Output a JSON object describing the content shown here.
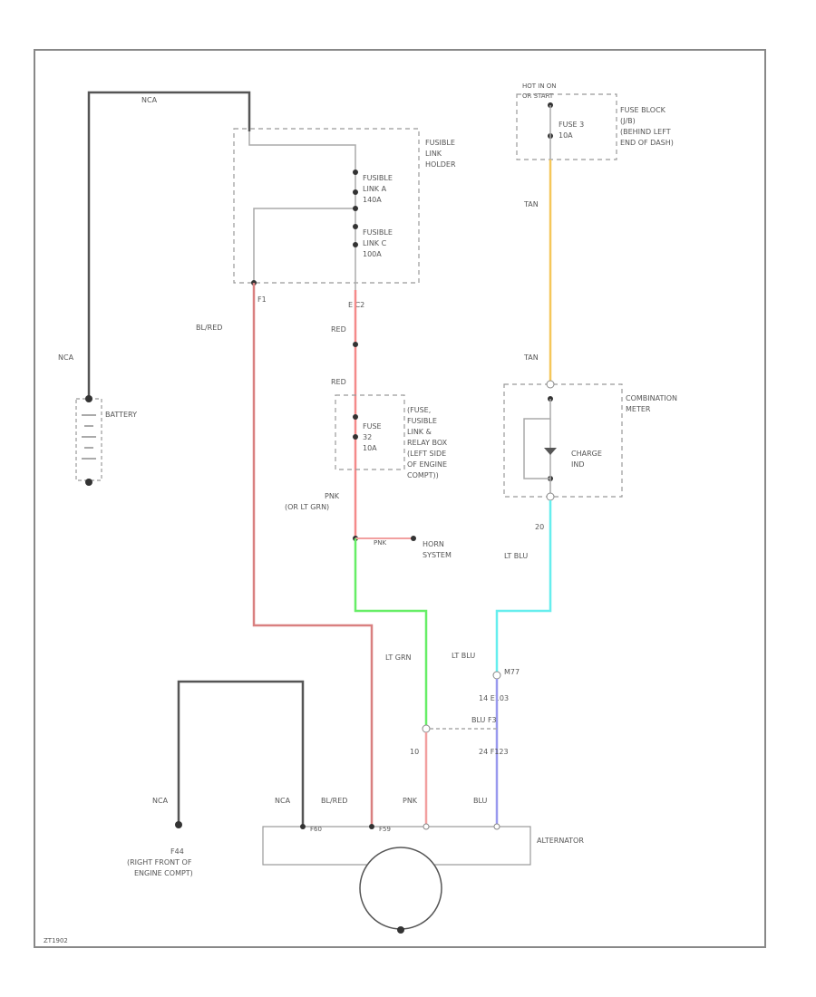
{
  "colors": {
    "nca": "#555555",
    "red": "#f48a8a",
    "pink": "#f2a0a0",
    "lt_grn": "#66ee66",
    "lt_blu": "#66eeee",
    "blu": "#9999ee",
    "tan": "#f5c75a",
    "bl_red": "#d98080"
  },
  "labels": {
    "nca_top": "NCA",
    "nca_left": "NCA",
    "battery": "BATTERY",
    "fusible_link_holder": [
      "FUSIBLE",
      "LINK",
      "HOLDER"
    ],
    "fusible_link_a": [
      "FUSIBLE",
      "LINK A",
      "140A"
    ],
    "fusible_link_c": [
      "FUSIBLE",
      "LINK C",
      "100A"
    ],
    "f1": "F1",
    "e_c2": "E  C2",
    "bl_red_upper": "BL/RED",
    "red_1": "RED",
    "red_2": "RED",
    "fuse_32": [
      "FUSE",
      "32",
      "10A"
    ],
    "ipdm_box": [
      "(FUSE,",
      "FUSIBLE",
      "LINK &",
      "RELAY BOX",
      "(LEFT SIDE",
      "OF ENGINE",
      "COMPT))"
    ],
    "pnk_lt_grn": [
      "PNK",
      "(OR LT GRN)"
    ],
    "pnk_short": "PNK",
    "horn": [
      "HORN",
      "SYSTEM"
    ],
    "hot_in_on": [
      "HOT IN ON",
      "OR START"
    ],
    "fuse_3": [
      "FUSE 3",
      "10A"
    ],
    "fuse_block": [
      "FUSE BLOCK",
      "(J/B)",
      "(BEHIND LEFT",
      "END OF DASH)"
    ],
    "tan_1": "TAN",
    "tan_2": "TAN",
    "combination_meter": [
      "COMBINATION",
      "METER"
    ],
    "charge_ind": [
      "CHARGE",
      "IND"
    ],
    "pin_20": "20",
    "lt_blu_1": "LT BLU",
    "lt_blu_2": "LT BLU",
    "lt_grn": "LT GRN",
    "m77": "M77",
    "c103": "14  E103",
    "blu_f3": "BLU  F3",
    "f123": "24  F123",
    "pin_10": "10",
    "nca_g": "NCA",
    "nca_alt": "NCA",
    "bl_red_lower": "BL/RED",
    "pnk_lower": "PNK",
    "blu_lower": "BLU",
    "pin_f60": "F60",
    "pin_f59": "F59",
    "alternator": "ALTERNATOR",
    "ground": [
      "F44",
      "(RIGHT FRONT OF",
      "ENGINE COMPT)"
    ],
    "fig_id": "ZT1902"
  }
}
